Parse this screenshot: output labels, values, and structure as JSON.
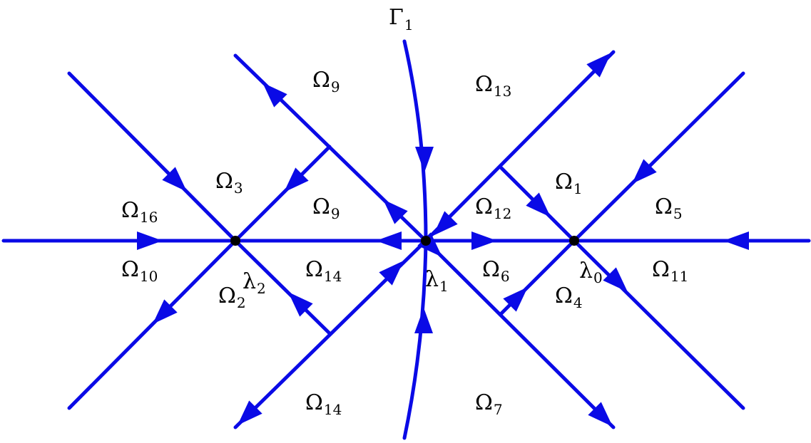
{
  "diagram": {
    "stroke_color": "#0a0ae6",
    "point_color": "#000000",
    "contour_label": {
      "base": "Γ",
      "sub": "1"
    },
    "points": [
      {
        "base": "λ",
        "sub": "0"
      },
      {
        "base": "λ",
        "sub": "1"
      },
      {
        "base": "λ",
        "sub": "2"
      }
    ],
    "regions": [
      {
        "id": "r1",
        "base": "Ω",
        "sub": "1"
      },
      {
        "id": "r2",
        "base": "Ω",
        "sub": "2"
      },
      {
        "id": "r3",
        "base": "Ω",
        "sub": "3"
      },
      {
        "id": "r4",
        "base": "Ω",
        "sub": "4"
      },
      {
        "id": "r5",
        "base": "Ω",
        "sub": "5"
      },
      {
        "id": "r6",
        "base": "Ω",
        "sub": "6"
      },
      {
        "id": "r7",
        "base": "Ω",
        "sub": "7"
      },
      {
        "id": "r9a",
        "base": "Ω",
        "sub": "9"
      },
      {
        "id": "r9b",
        "base": "Ω",
        "sub": "9"
      },
      {
        "id": "r10",
        "base": "Ω",
        "sub": "10"
      },
      {
        "id": "r11",
        "base": "Ω",
        "sub": "11"
      },
      {
        "id": "r12",
        "base": "Ω",
        "sub": "12"
      },
      {
        "id": "r13",
        "base": "Ω",
        "sub": "13"
      },
      {
        "id": "r14a",
        "base": "Ω",
        "sub": "14"
      },
      {
        "id": "r14b",
        "base": "Ω",
        "sub": "14"
      },
      {
        "id": "r16",
        "base": "Ω",
        "sub": "16"
      }
    ]
  }
}
